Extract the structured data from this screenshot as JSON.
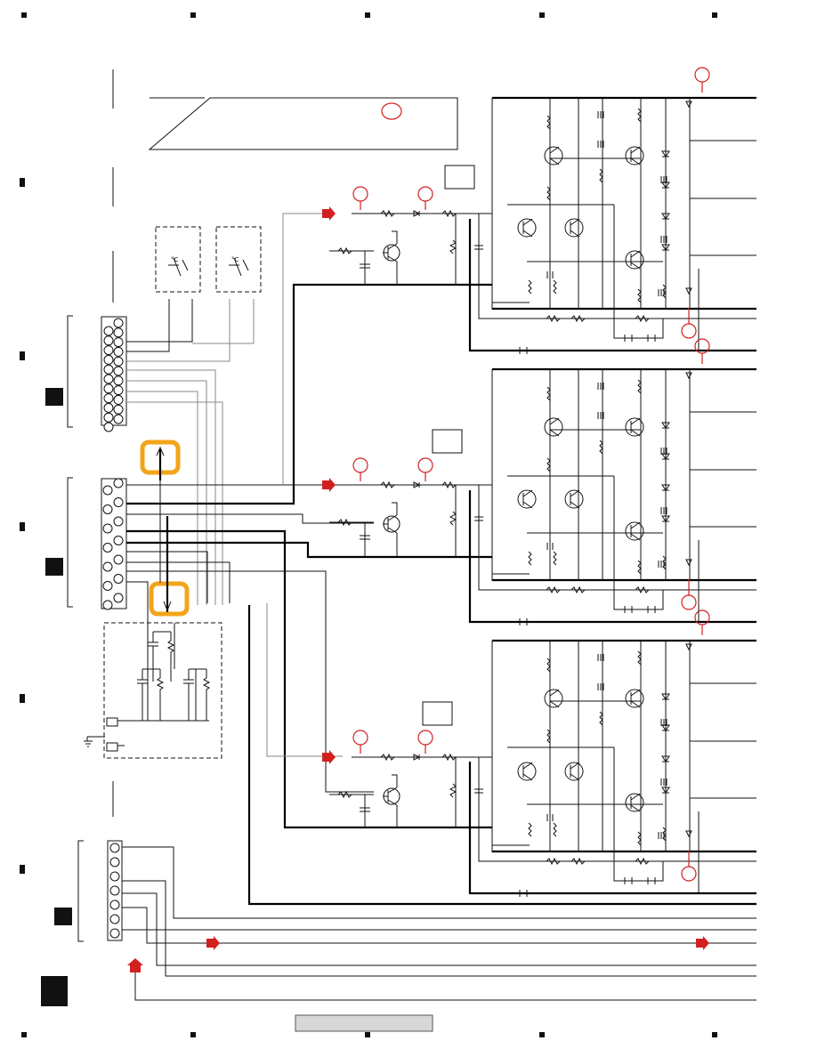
{
  "schematic": {
    "temperature_symbol": "°C",
    "colors": {
      "annotation": "#d12020",
      "highlight": "#f2a51a",
      "wire": "#111111",
      "secondary_wire": "#8a8a8a",
      "footer_bar": "#d7d7d7"
    },
    "channels": 3,
    "connectors": [
      "connector-a",
      "connector-b",
      "connector-c"
    ],
    "icons": [
      "ground-icon",
      "thermistor-icon",
      "transistor-icon",
      "diode-icon",
      "resistor-icon",
      "capacitor-icon"
    ]
  }
}
